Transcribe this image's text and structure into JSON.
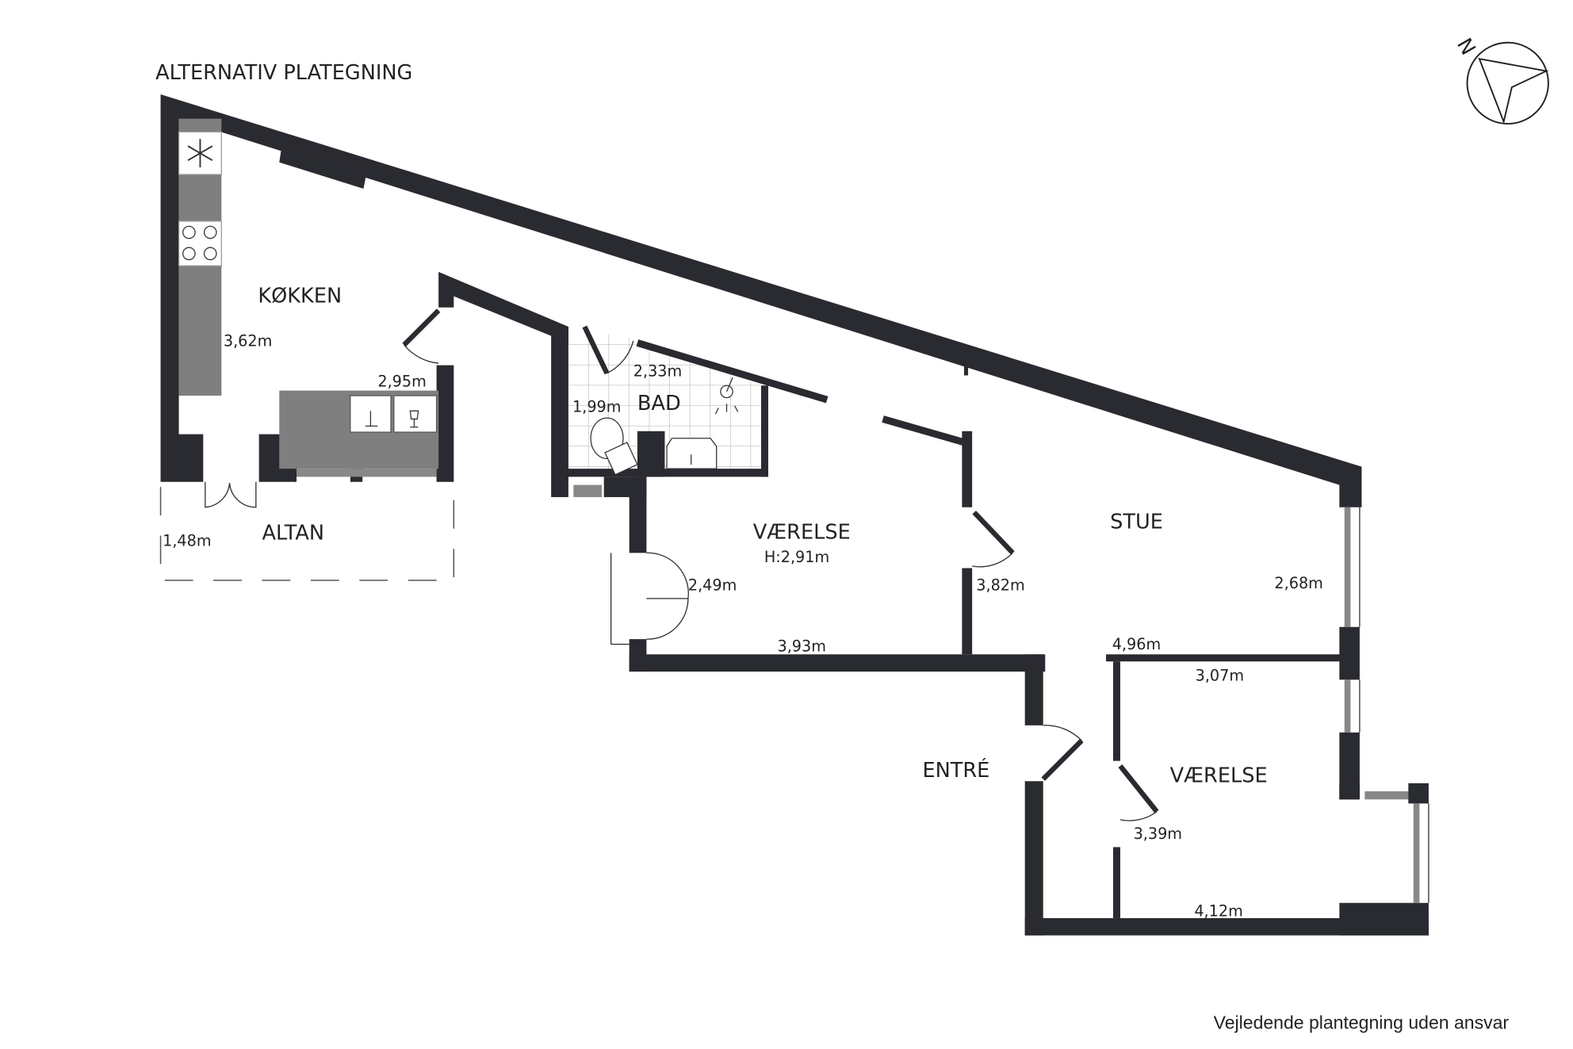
{
  "title": "ALTERNATIV PLATEGNING",
  "disclaimer": "Vejledende plantegning uden ansvar",
  "compass": {
    "label": "N"
  },
  "rooms": {
    "kitchen": {
      "name": "KØKKEN",
      "dim1": "3,62m",
      "dim2": "2,95m"
    },
    "balcony": {
      "name": "ALTAN",
      "dim": "1,48m"
    },
    "bath": {
      "name": "BAD",
      "dim1": "2,33m",
      "dim2": "1,99m"
    },
    "bedroom1": {
      "name": "VÆRELSE",
      "height": "H:2,91m",
      "dim1": "2,49m",
      "dim2": "3,93m"
    },
    "living": {
      "name": "STUE",
      "dim1": "3,82m",
      "dim2": "2,68m",
      "dim3": "4,96m"
    },
    "entrance": {
      "name": "ENTRÉ"
    },
    "bedroom2": {
      "name": "VÆRELSE",
      "dim1": "3,07m",
      "dim2": "3,39m",
      "dim3": "4,12m"
    }
  }
}
